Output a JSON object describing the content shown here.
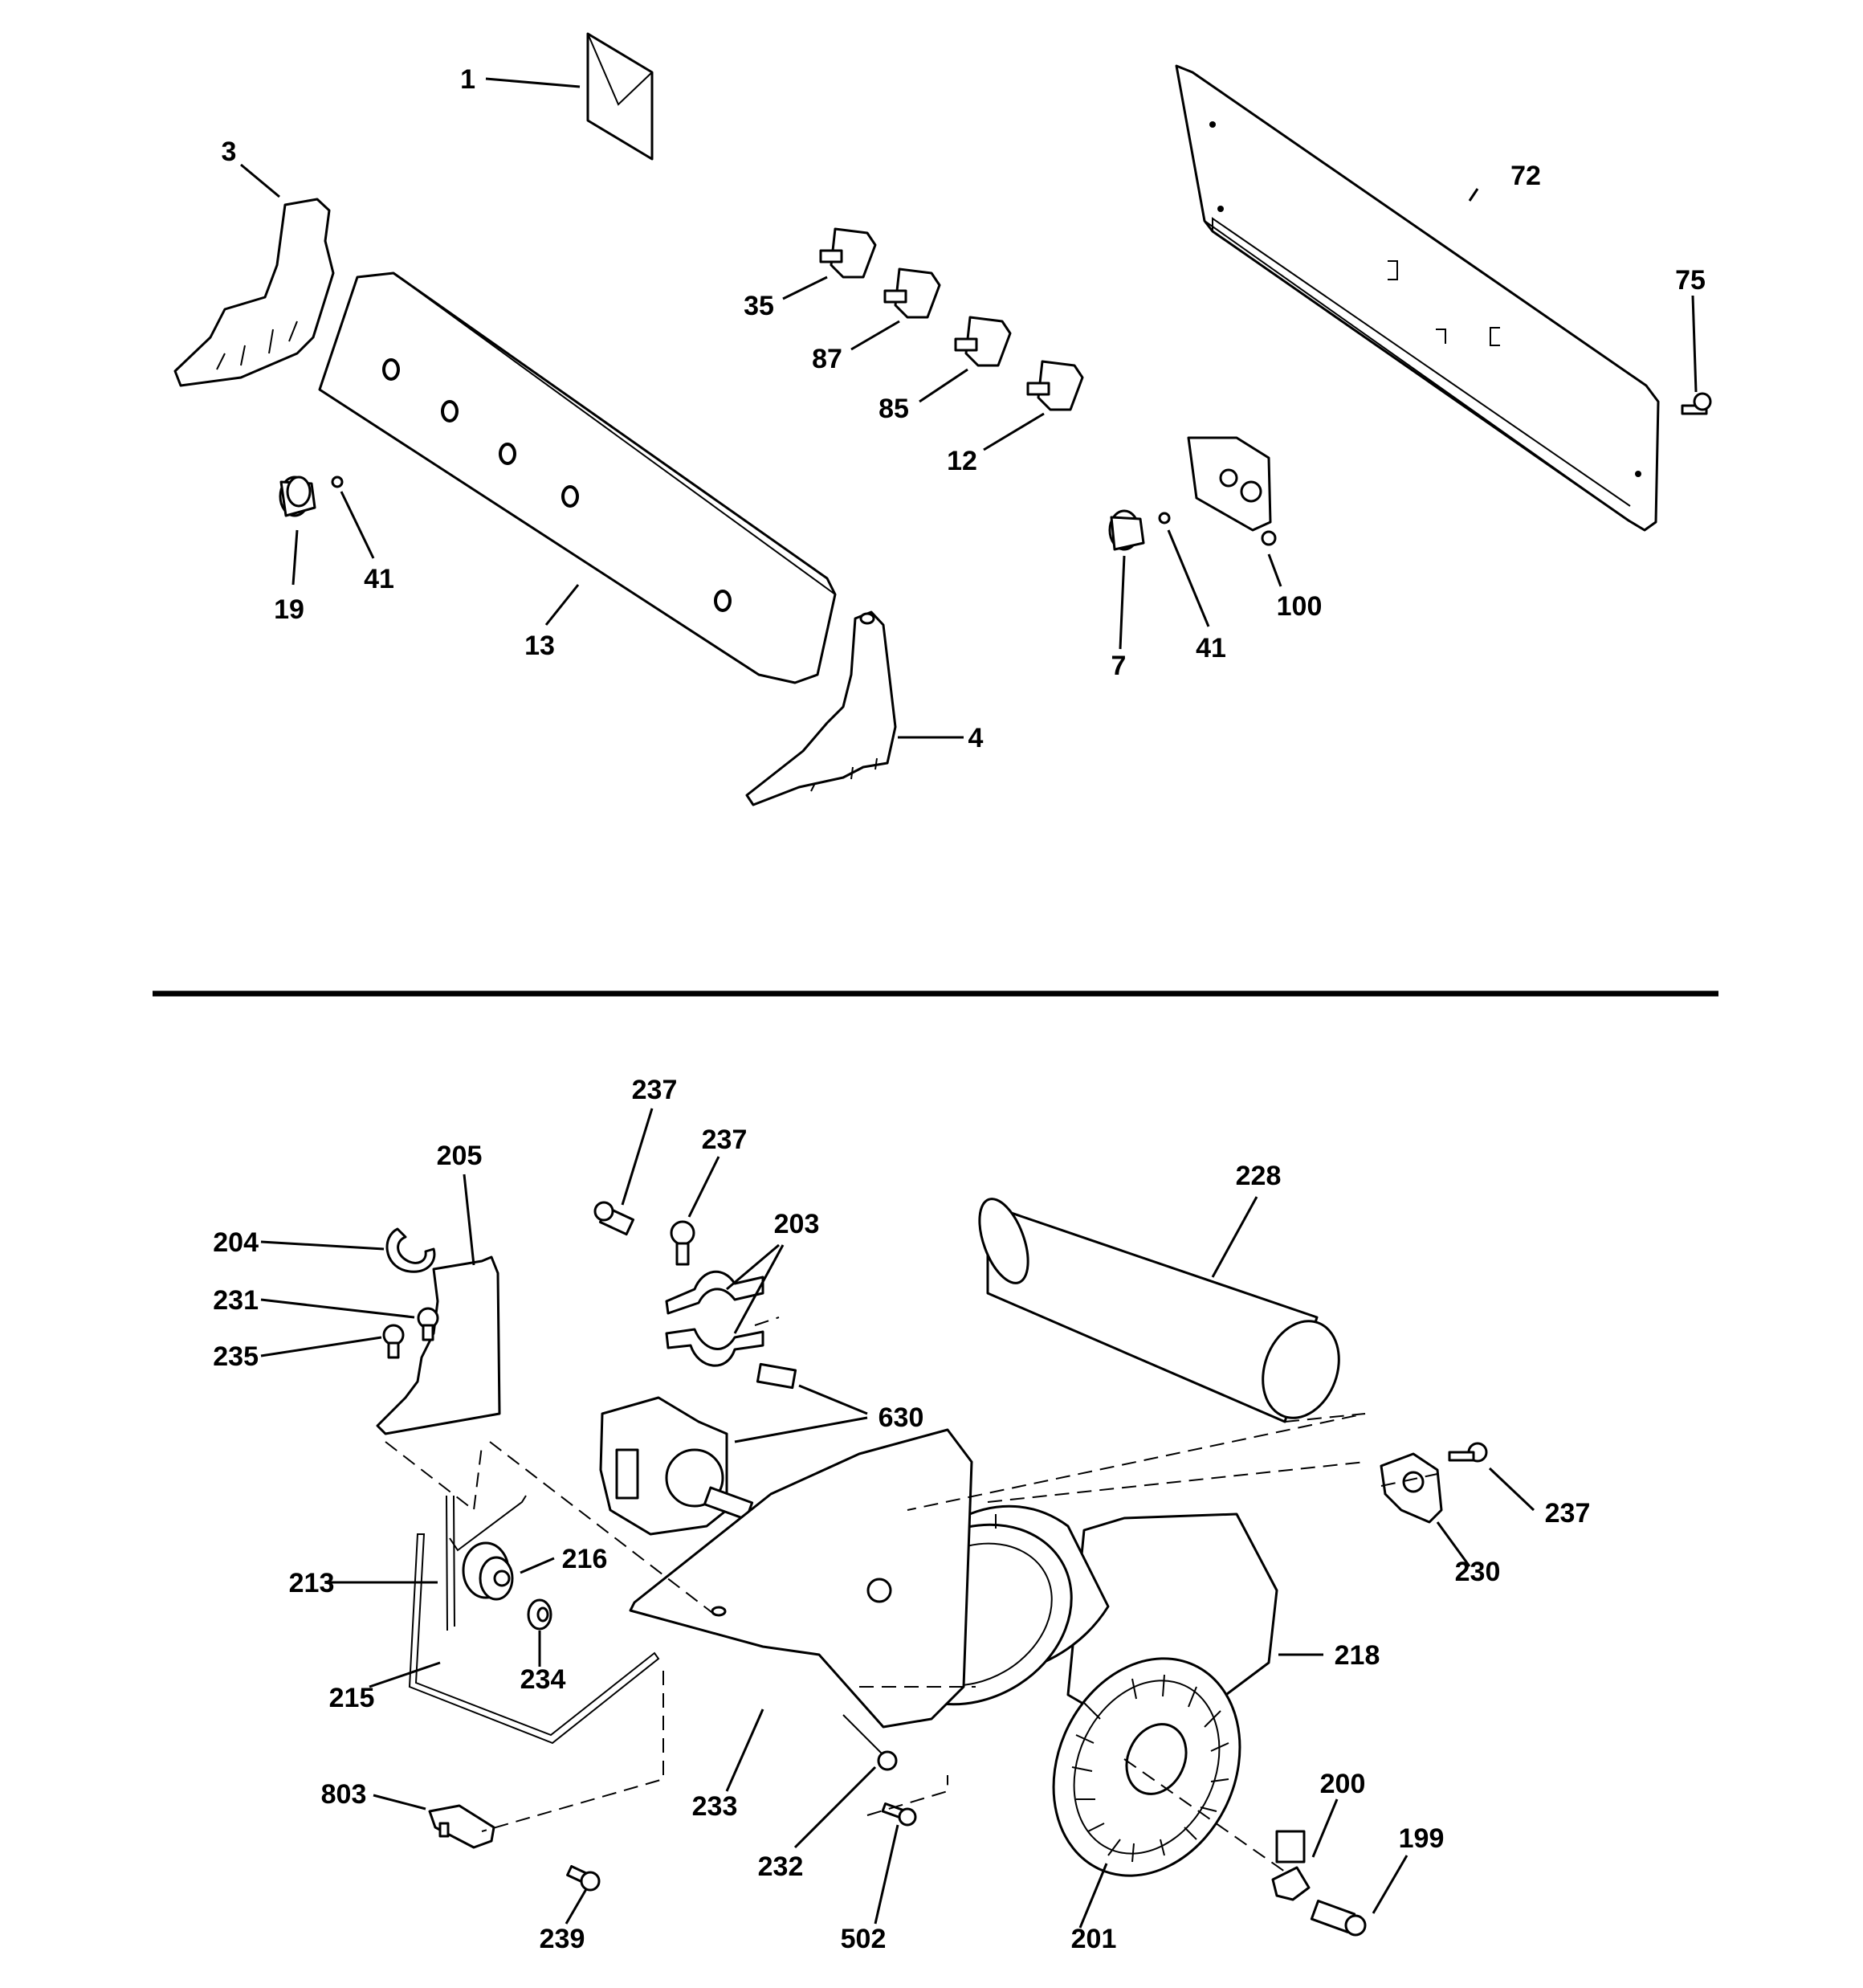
{
  "diagram": {
    "labels": {
      "p1": "1",
      "p3": "3",
      "p72": "72",
      "p75": "75",
      "p35": "35",
      "p87": "87",
      "p85": "85",
      "p12": "12",
      "p19": "19",
      "p41a": "41",
      "p13": "13",
      "p100": "100",
      "p7": "7",
      "p41b": "41",
      "p4": "4",
      "p237a": "237",
      "p237b": "237",
      "p205": "205",
      "p228": "228",
      "p203": "203",
      "p204": "204",
      "p231": "231",
      "p235": "235",
      "p630": "630",
      "p237c": "237",
      "p230": "230",
      "p213": "213",
      "p216": "216",
      "p218": "218",
      "p215": "215",
      "p234": "234",
      "p233": "233",
      "p803": "803",
      "p200": "200",
      "p199": "199",
      "p232": "232",
      "p239": "239",
      "p502": "502",
      "p201": "201"
    }
  }
}
